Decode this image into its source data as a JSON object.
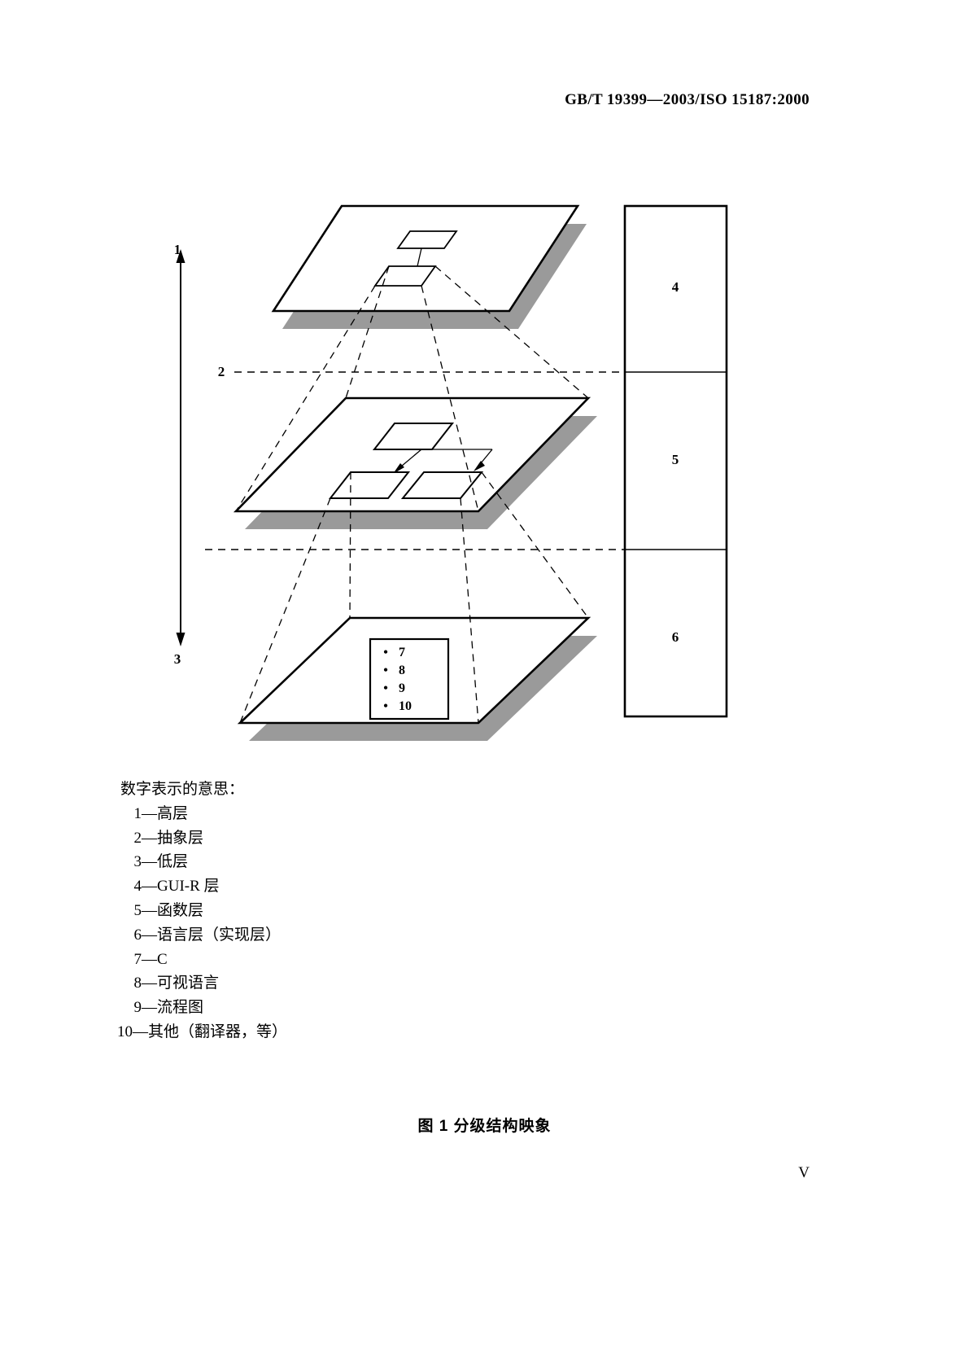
{
  "header": {
    "standard_ref": "GB/T 19399—2003/ISO 15187:2000"
  },
  "figure": {
    "axis": {
      "top_label": "1",
      "bottom_label": "3",
      "middle_label": "2"
    },
    "column": {
      "segments": [
        {
          "label": "4"
        },
        {
          "label": "5"
        },
        {
          "label": "6"
        }
      ]
    },
    "bottom_plane_list": [
      {
        "marker": "•",
        "label": "7"
      },
      {
        "marker": "•",
        "label": "8"
      },
      {
        "marker": "•",
        "label": "9"
      },
      {
        "marker": "•",
        "label": "10"
      }
    ]
  },
  "legend": {
    "title": "数字表示的意思：",
    "items": [
      {
        "num": "1",
        "dash": "—",
        "text": "高层"
      },
      {
        "num": "2",
        "dash": "—",
        "text": "抽象层"
      },
      {
        "num": "3",
        "dash": "—",
        "text": "低层"
      },
      {
        "num": "4",
        "dash": "—",
        "text": "GUI-R 层"
      },
      {
        "num": "5",
        "dash": "—",
        "text": "函数层"
      },
      {
        "num": "6",
        "dash": "—",
        "text": "语言层（实现层）"
      },
      {
        "num": "7",
        "dash": "—",
        "text": "C"
      },
      {
        "num": "8",
        "dash": "—",
        "text": "可视语言"
      },
      {
        "num": "9",
        "dash": "—",
        "text": "流程图"
      },
      {
        "num": "10",
        "dash": "—",
        "text": "其他（翻译器，等）"
      }
    ]
  },
  "caption": {
    "text": "图 1   分级结构映象"
  },
  "page_number": "V",
  "colors": {
    "ink": "#000000",
    "shadow": "#9a9a9a",
    "paper": "#ffffff"
  }
}
